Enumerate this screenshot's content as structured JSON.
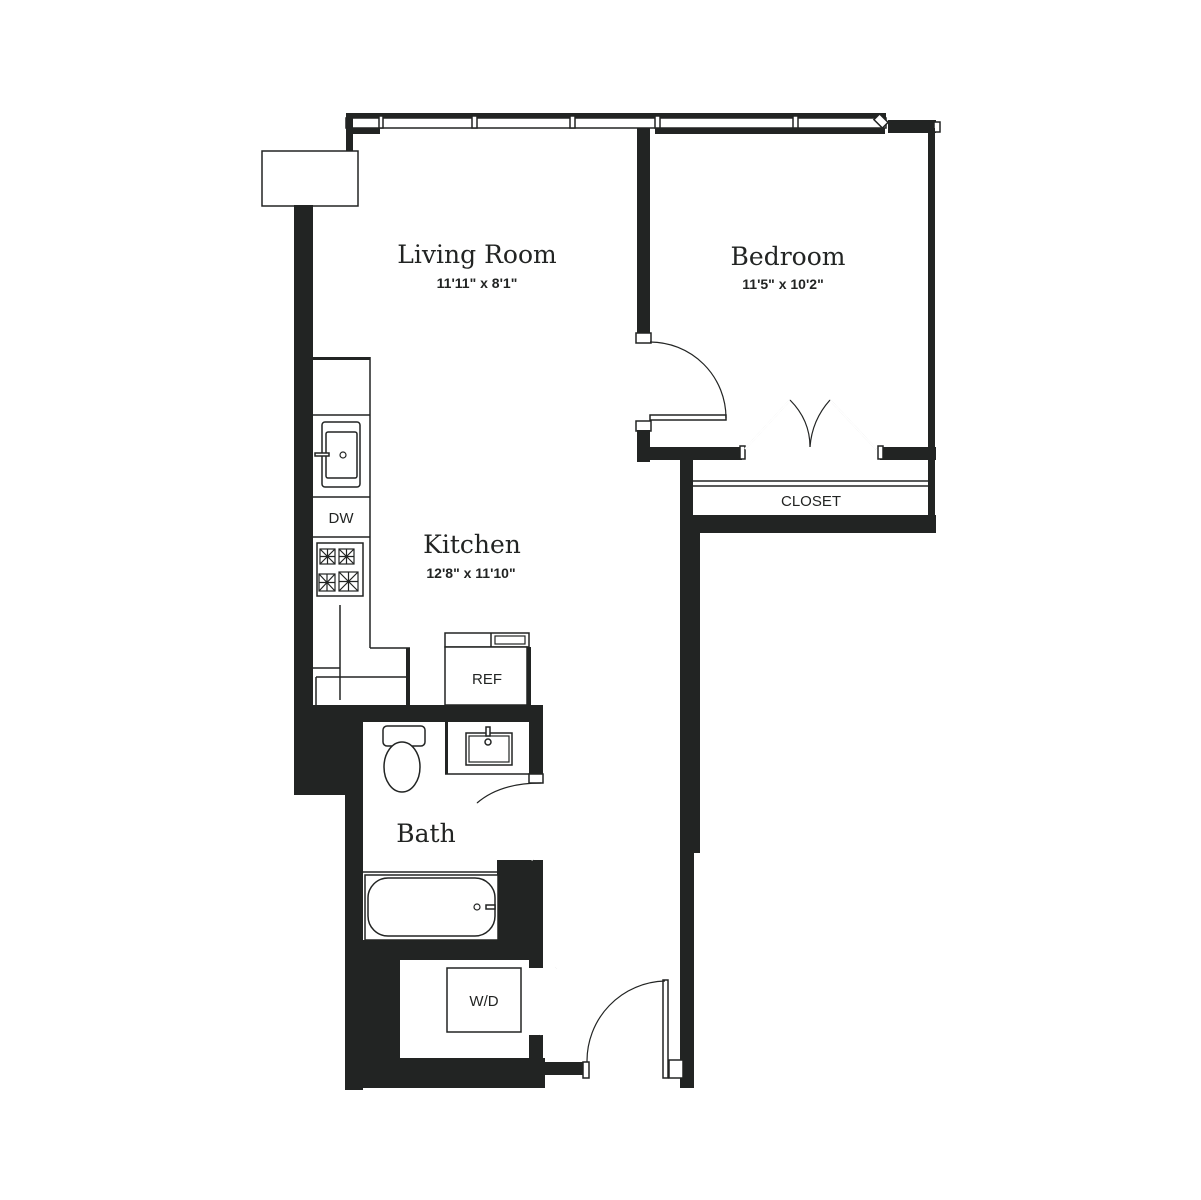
{
  "floorplan": {
    "rooms": [
      {
        "id": "living-room",
        "name": "Living Room",
        "dimensions": "11'11\" x 8'1\""
      },
      {
        "id": "bedroom",
        "name": "Bedroom",
        "dimensions": "11'5\" x 10'2\""
      },
      {
        "id": "kitchen",
        "name": "Kitchen",
        "dimensions": "12'8\" x 11'10\""
      },
      {
        "id": "bath",
        "name": "Bath",
        "dimensions": ""
      }
    ],
    "fixtures": {
      "dishwasher": "DW",
      "refrigerator": "REF",
      "washer_dryer": "W/D",
      "closet": "CLOSET"
    },
    "colors": {
      "wall": "#222423",
      "background": "#ffffff"
    }
  }
}
